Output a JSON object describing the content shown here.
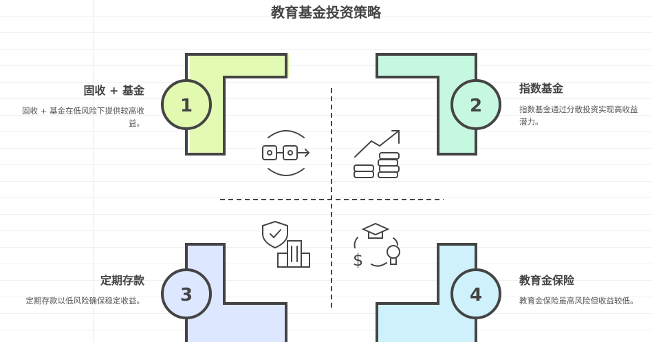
{
  "title": "教育基金投资策略",
  "quadrants": [
    {
      "number": "1",
      "heading": "固收 + 基金",
      "description": "固收 + 基金在低风险下提供较高收益。",
      "color": "#e2fab0",
      "icon": "glasses-arrow-icon"
    },
    {
      "number": "2",
      "heading": "指数基金",
      "description": "指数基金通过分散投资实现高收益潜力。",
      "color": "#c6f7e0",
      "icon": "growth-coins-icon"
    },
    {
      "number": "3",
      "heading": "定期存款",
      "description": "定期存款以低风险确保稳定收益。",
      "color": "#dde7ff",
      "icon": "shield-building-icon"
    },
    {
      "number": "4",
      "heading": "教育金保险",
      "description": "教育金保险虽高风险但收益较低。",
      "color": "#cff1fb",
      "icon": "education-money-idea-icon"
    }
  ]
}
